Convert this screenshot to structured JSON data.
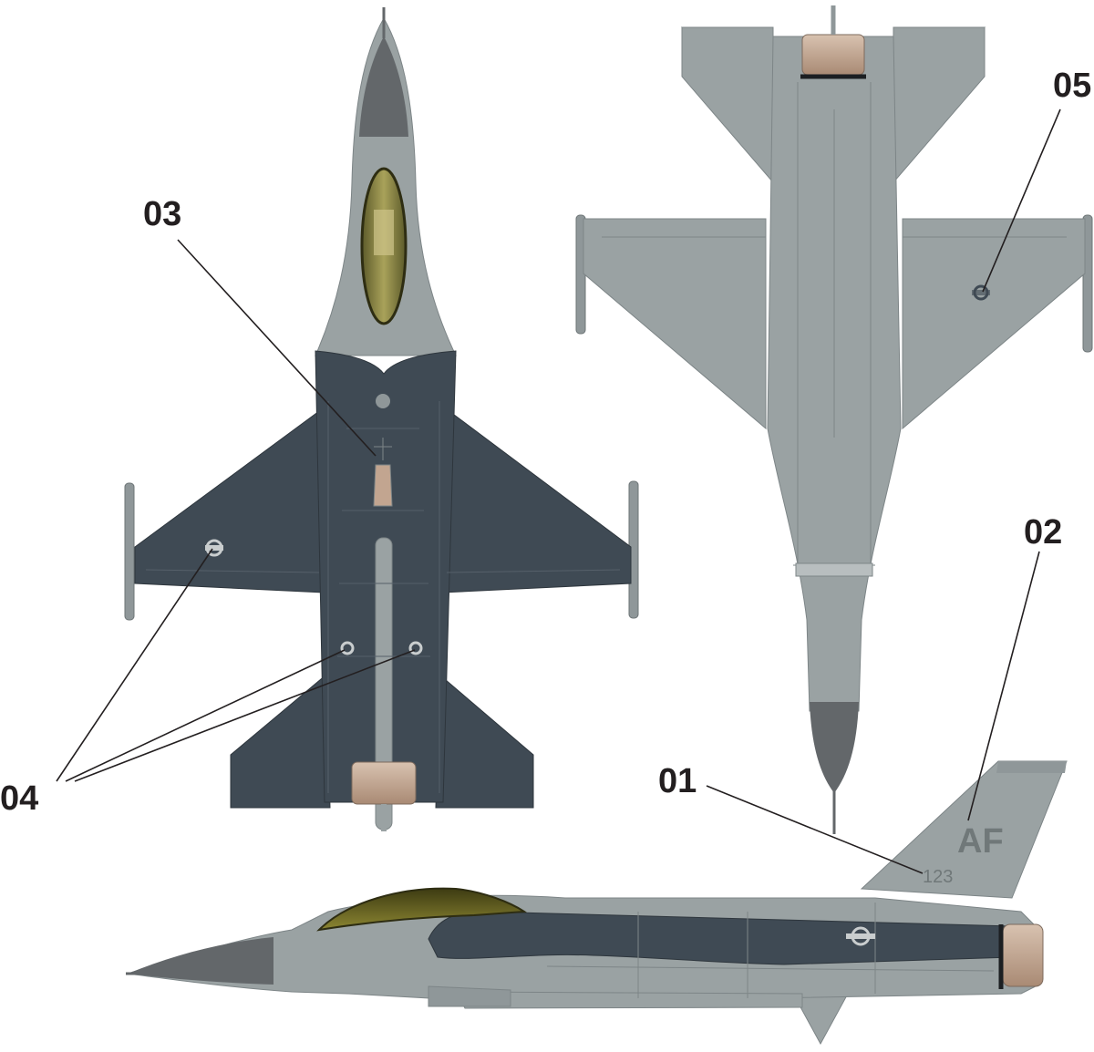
{
  "callouts": {
    "c01": "01",
    "c02": "02",
    "c03": "03",
    "c04": "04",
    "c05": "05"
  },
  "markings": {
    "tail_code": "AF",
    "serial": "123"
  },
  "colors": {
    "dark_gray": "#3f4a54",
    "light_gray": "#9aa2a3",
    "panel_line": "#7d8587",
    "radome": "#63676a",
    "canopy": "#7f7a36",
    "nozzle": "#c2a590",
    "leader": "#231f20"
  }
}
